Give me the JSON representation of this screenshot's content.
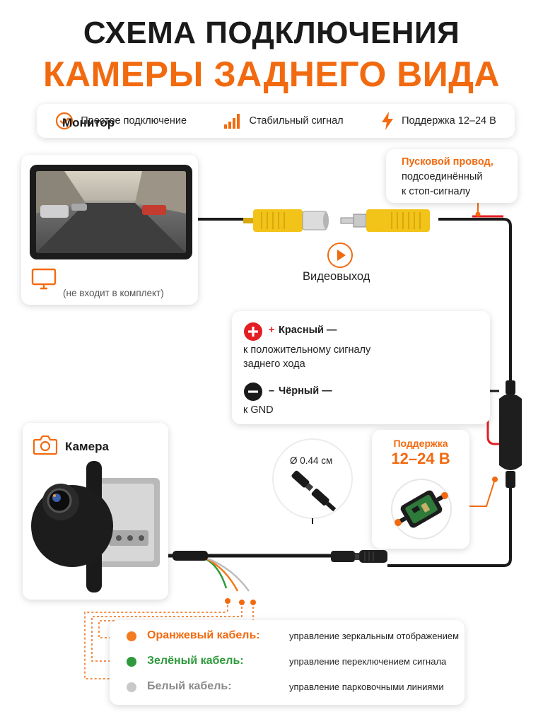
{
  "title": {
    "line1": "СХЕМА ПОДКЛЮЧЕНИЯ",
    "line2": "КАМЕРЫ ЗАДНЕГО ВИДА"
  },
  "features": [
    {
      "icon": "check-circle-icon",
      "label": "Простое подключение"
    },
    {
      "icon": "signal-bars-icon",
      "label": "Стабильный сигнал"
    },
    {
      "icon": "lightning-icon",
      "label": "Поддержка 12–24 В"
    }
  ],
  "monitor": {
    "title": "Монитор",
    "subtitle": "(не входит в комплект)",
    "icon": "monitor-icon"
  },
  "video_output": {
    "label": "Видеовыход",
    "icon": "play-circle-icon"
  },
  "trigger_wire": {
    "line1": "Пусковой провод,",
    "line2": "подсоединённый",
    "line3": "к стоп-сигналу"
  },
  "power": {
    "red_sign": "+",
    "red_name": "Красный —",
    "red_desc1": "к положительному сигналу",
    "red_desc2": "заднего хода",
    "black_sign": "–",
    "black_name": "Чёрный —",
    "black_desc": "к GND"
  },
  "support": {
    "line1": "Поддержка",
    "line2": "12–24 В"
  },
  "connector": {
    "diameter": "Ø 0.44 см"
  },
  "camera": {
    "title": "Камера",
    "icon": "camera-icon"
  },
  "cables": [
    {
      "color": "#f47b20",
      "name_color": "#f26a10",
      "name": "Оранжевый кабель:",
      "desc": "управление зеркальным отображением"
    },
    {
      "color": "#2e9a3b",
      "name_color": "#2e9a3b",
      "name": "Зелёный кабель:",
      "desc": "управление переключением сигнала"
    },
    {
      "color": "#c9c9c9",
      "name_color": "#8a8a8a",
      "name": "Белый кабель:",
      "desc": "управление парковочными линиями"
    }
  ],
  "colors": {
    "accent": "#f26a10",
    "red_wire": "#e31e24",
    "rca_yellow": "#f2c318",
    "cable_black": "#1a1a1a"
  }
}
